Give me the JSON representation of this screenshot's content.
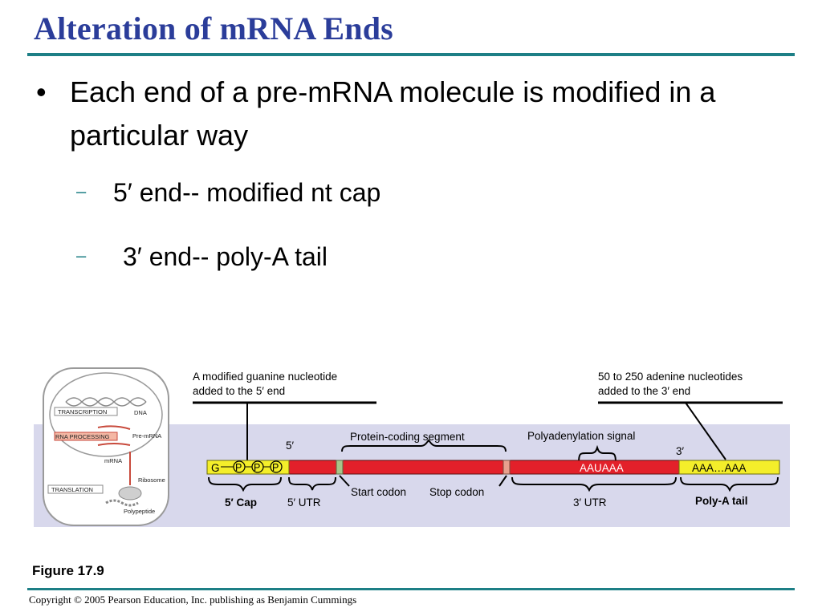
{
  "slide": {
    "title": "Alteration of mRNA Ends",
    "bullet_main": "Each end of a pre-mRNA molecule is modified in a particular way",
    "bullet_symbol": "•",
    "sub_dash": "–",
    "sub_bullets": [
      "5′ end-- modified nt cap",
      "3′ end-- poly-A tail"
    ],
    "figure_label": "Figure 17.9",
    "copyright": "Copyright © 2005 Pearson Education, Inc. publishing as Benjamin Cummings"
  },
  "figure": {
    "inset": {
      "transcription": "TRANSCRIPTION",
      "dna": "DNA",
      "rna_processing": "RNA PROCESSING",
      "pre_mrna": "Pre-mRNA",
      "mrna": "mRNA",
      "ribosome": "Ribosome",
      "translation": "TRANSLATION",
      "polypeptide": "Polypeptide"
    },
    "callout_left_line1": "A modified guanine nucleotide",
    "callout_left_line2": "added to the 5′ end",
    "callout_right_line1": "50 to 250 adenine nucleotides",
    "callout_right_line2": "added to the 3′ end",
    "five_prime": "5′",
    "three_prime": "3′",
    "protein_coding_segment": "Protein-coding segment",
    "polyadenylation_signal": "Polyadenylation signal",
    "cap_g": "G",
    "cap_p": "P",
    "aauaaa": "AAUAAA",
    "polya_seq": "AAA…AAA",
    "start_codon": "Start codon",
    "stop_codon": "Stop codon",
    "five_cap": "5′ Cap",
    "five_utr": "5′ UTR",
    "three_utr": "3′ UTR",
    "polya_tail": "Poly-A tail",
    "colors": {
      "panel_bg": "#d8d8ec",
      "mrna_red": "#e3202a",
      "cap_yellow": "#f4ee2a",
      "start_green": "#a8c48a",
      "stop_pink": "#e8a08e",
      "inset_red": "#c84a3c"
    }
  }
}
